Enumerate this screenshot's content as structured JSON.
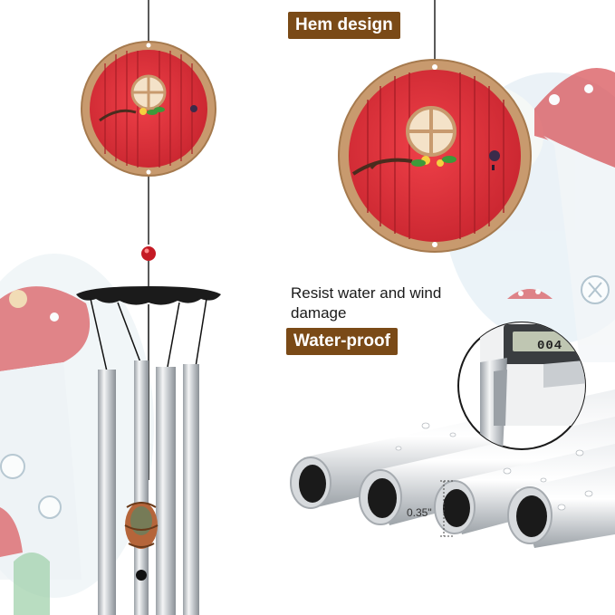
{
  "labels": {
    "hem_design": "Hem design",
    "water_proof": "Water-proof"
  },
  "caption": {
    "resist": "Resist water and wind damage"
  },
  "measurements": {
    "tube_diameter": "0.35\"",
    "caliper_readout": "004"
  },
  "colors": {
    "label_bg": "#7a4a17",
    "door_red": "#e0303a",
    "wood_rim": "#c89a6e",
    "tube_silver": "#d9dcdf",
    "mushroom_red": "#d9555a"
  },
  "icons": [
    "wind-chime",
    "round-door",
    "mushroom-house",
    "caliper",
    "metal-tube"
  ]
}
